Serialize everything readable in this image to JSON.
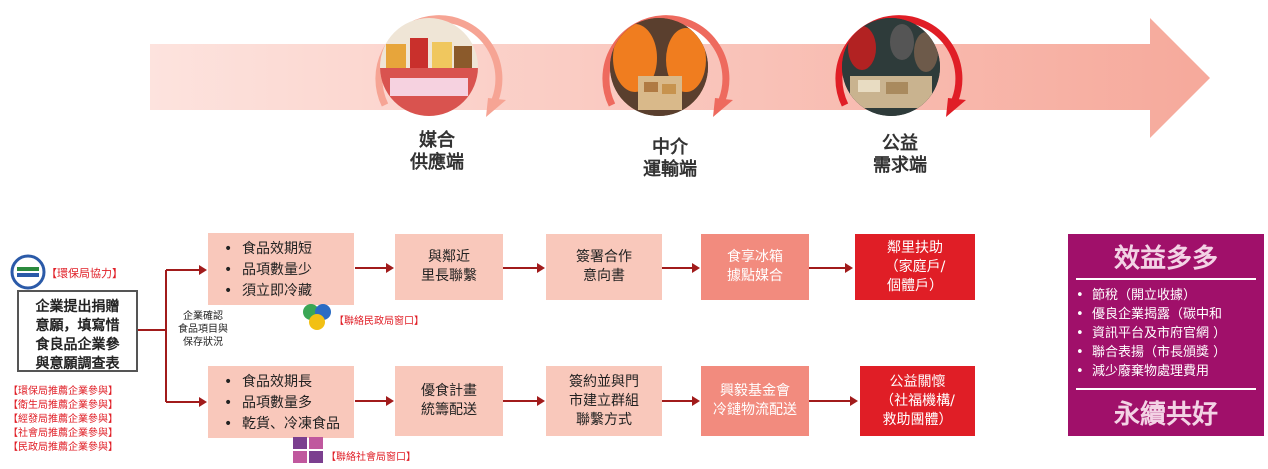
{
  "stages": [
    {
      "line1": "媒合",
      "line2": "供應端",
      "image": "snack-table-photo"
    },
    {
      "line1": "中介",
      "line2": "運輸端",
      "image": "volunteers-packing-photo"
    },
    {
      "line1": "公益",
      "line2": "需求端",
      "image": "food-distribution-photo"
    }
  ],
  "left": {
    "cooperation_tag": "【環保局協力】",
    "main_text": [
      "企業提出捐贈",
      "意願，填寫惜",
      "食良品企業參",
      "與意願調查表"
    ],
    "recommend": [
      "【環保局推薦企業參與】",
      "【衛生局推薦企業參與】",
      "【經發局推薦企業參與】",
      "【社會局推薦企業參與】",
      "【民政局推薦企業參與】"
    ],
    "branch_note": [
      "企業確認",
      "食品項目與",
      "保存狀況"
    ]
  },
  "top_row": {
    "conditions": [
      "食品效期短",
      "品項數量少",
      "須立即冷藏"
    ],
    "window_tag": "【聯絡民政局窗口】",
    "steps": [
      {
        "lines": [
          "與鄰近",
          "里長聯繫"
        ]
      },
      {
        "lines": [
          "簽署合作",
          "意向書"
        ]
      },
      {
        "lines": [
          "食享冰箱",
          "據點媒合"
        ]
      },
      {
        "lines": [
          "鄰里扶助",
          "（家庭戶/",
          "個體戶）"
        ]
      }
    ]
  },
  "bottom_row": {
    "conditions": [
      "食品效期長",
      "品項數量多",
      "乾貨、冷凍食品"
    ],
    "window_tag": "【聯絡社會局窗口】",
    "steps": [
      {
        "lines": [
          "優食計畫",
          "統籌配送"
        ]
      },
      {
        "lines": [
          "簽約並與門",
          "市建立群組",
          "聯繫方式"
        ]
      },
      {
        "lines": [
          "興毅基金會",
          "冷鏈物流配送"
        ]
      },
      {
        "lines": [
          "公益關懷",
          "（社福機構/",
          "救助團體）"
        ]
      }
    ]
  },
  "benefits": {
    "title": "效益多多",
    "items": [
      "節稅（開立收據）",
      "優良企業揭露（碳中和",
      "資訊平台及市府官網 ）",
      "聯合表揚（市長頒獎 ）",
      "減少廢棄物處理費用"
    ],
    "footer": "永續共好"
  },
  "colors": {
    "arrow_band": "#f7b7ad",
    "light_pink": "#f9c8bb",
    "coral": "#f28b7e",
    "red": "#e01e26",
    "magenta": "#a0106a",
    "arrow_line": "#a11b1b"
  },
  "icons": [
    "epa-logo-icon",
    "civil-affairs-logo-icon",
    "social-affairs-logo-icon"
  ]
}
